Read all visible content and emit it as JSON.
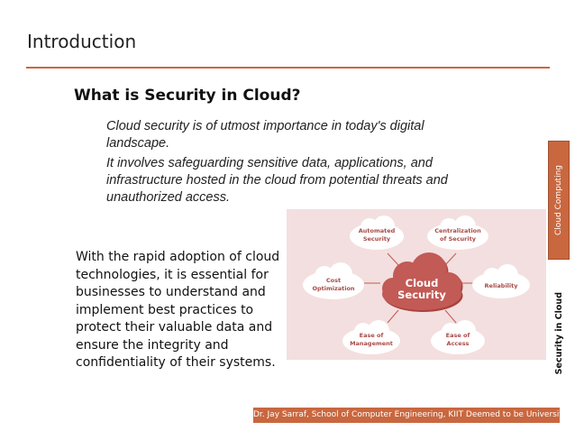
{
  "slide": {
    "title": "Introduction",
    "heading": "What is Security in Cloud?",
    "paragraph_1": "Cloud security is of utmost importance in today's digital landscape.",
    "paragraph_2": "It involves safeguarding sensitive data, applications, and infrastructure hosted in the cloud from potential threats and unauthorized access.",
    "body": "With the rapid adoption of cloud technologies, it is essential for businesses to understand and implement best practices to protect their valuable data and ensure the integrity and confidentiality of their systems.",
    "side_tab": "Cloud Computing",
    "side_label": "Security in Cloud",
    "footer": "Dr. Jay Sarraf, School of Computer Engineering, KIIT Deemed to be University"
  },
  "diagram": {
    "center_line1": "Cloud",
    "center_line2": "Security",
    "nodes": {
      "automated": [
        "Automated",
        "Security"
      ],
      "centralization": [
        "Centralization",
        "of Security"
      ],
      "cost": [
        "Cost",
        "Optimization"
      ],
      "reliability": [
        "Reliability"
      ],
      "ease_management": [
        "Ease of",
        "Management"
      ],
      "ease_access": [
        "Ease of",
        "Access"
      ]
    },
    "colors": {
      "background": "#f3dfdf",
      "cloud": "#c25a55",
      "accent": "#c9673f"
    }
  }
}
